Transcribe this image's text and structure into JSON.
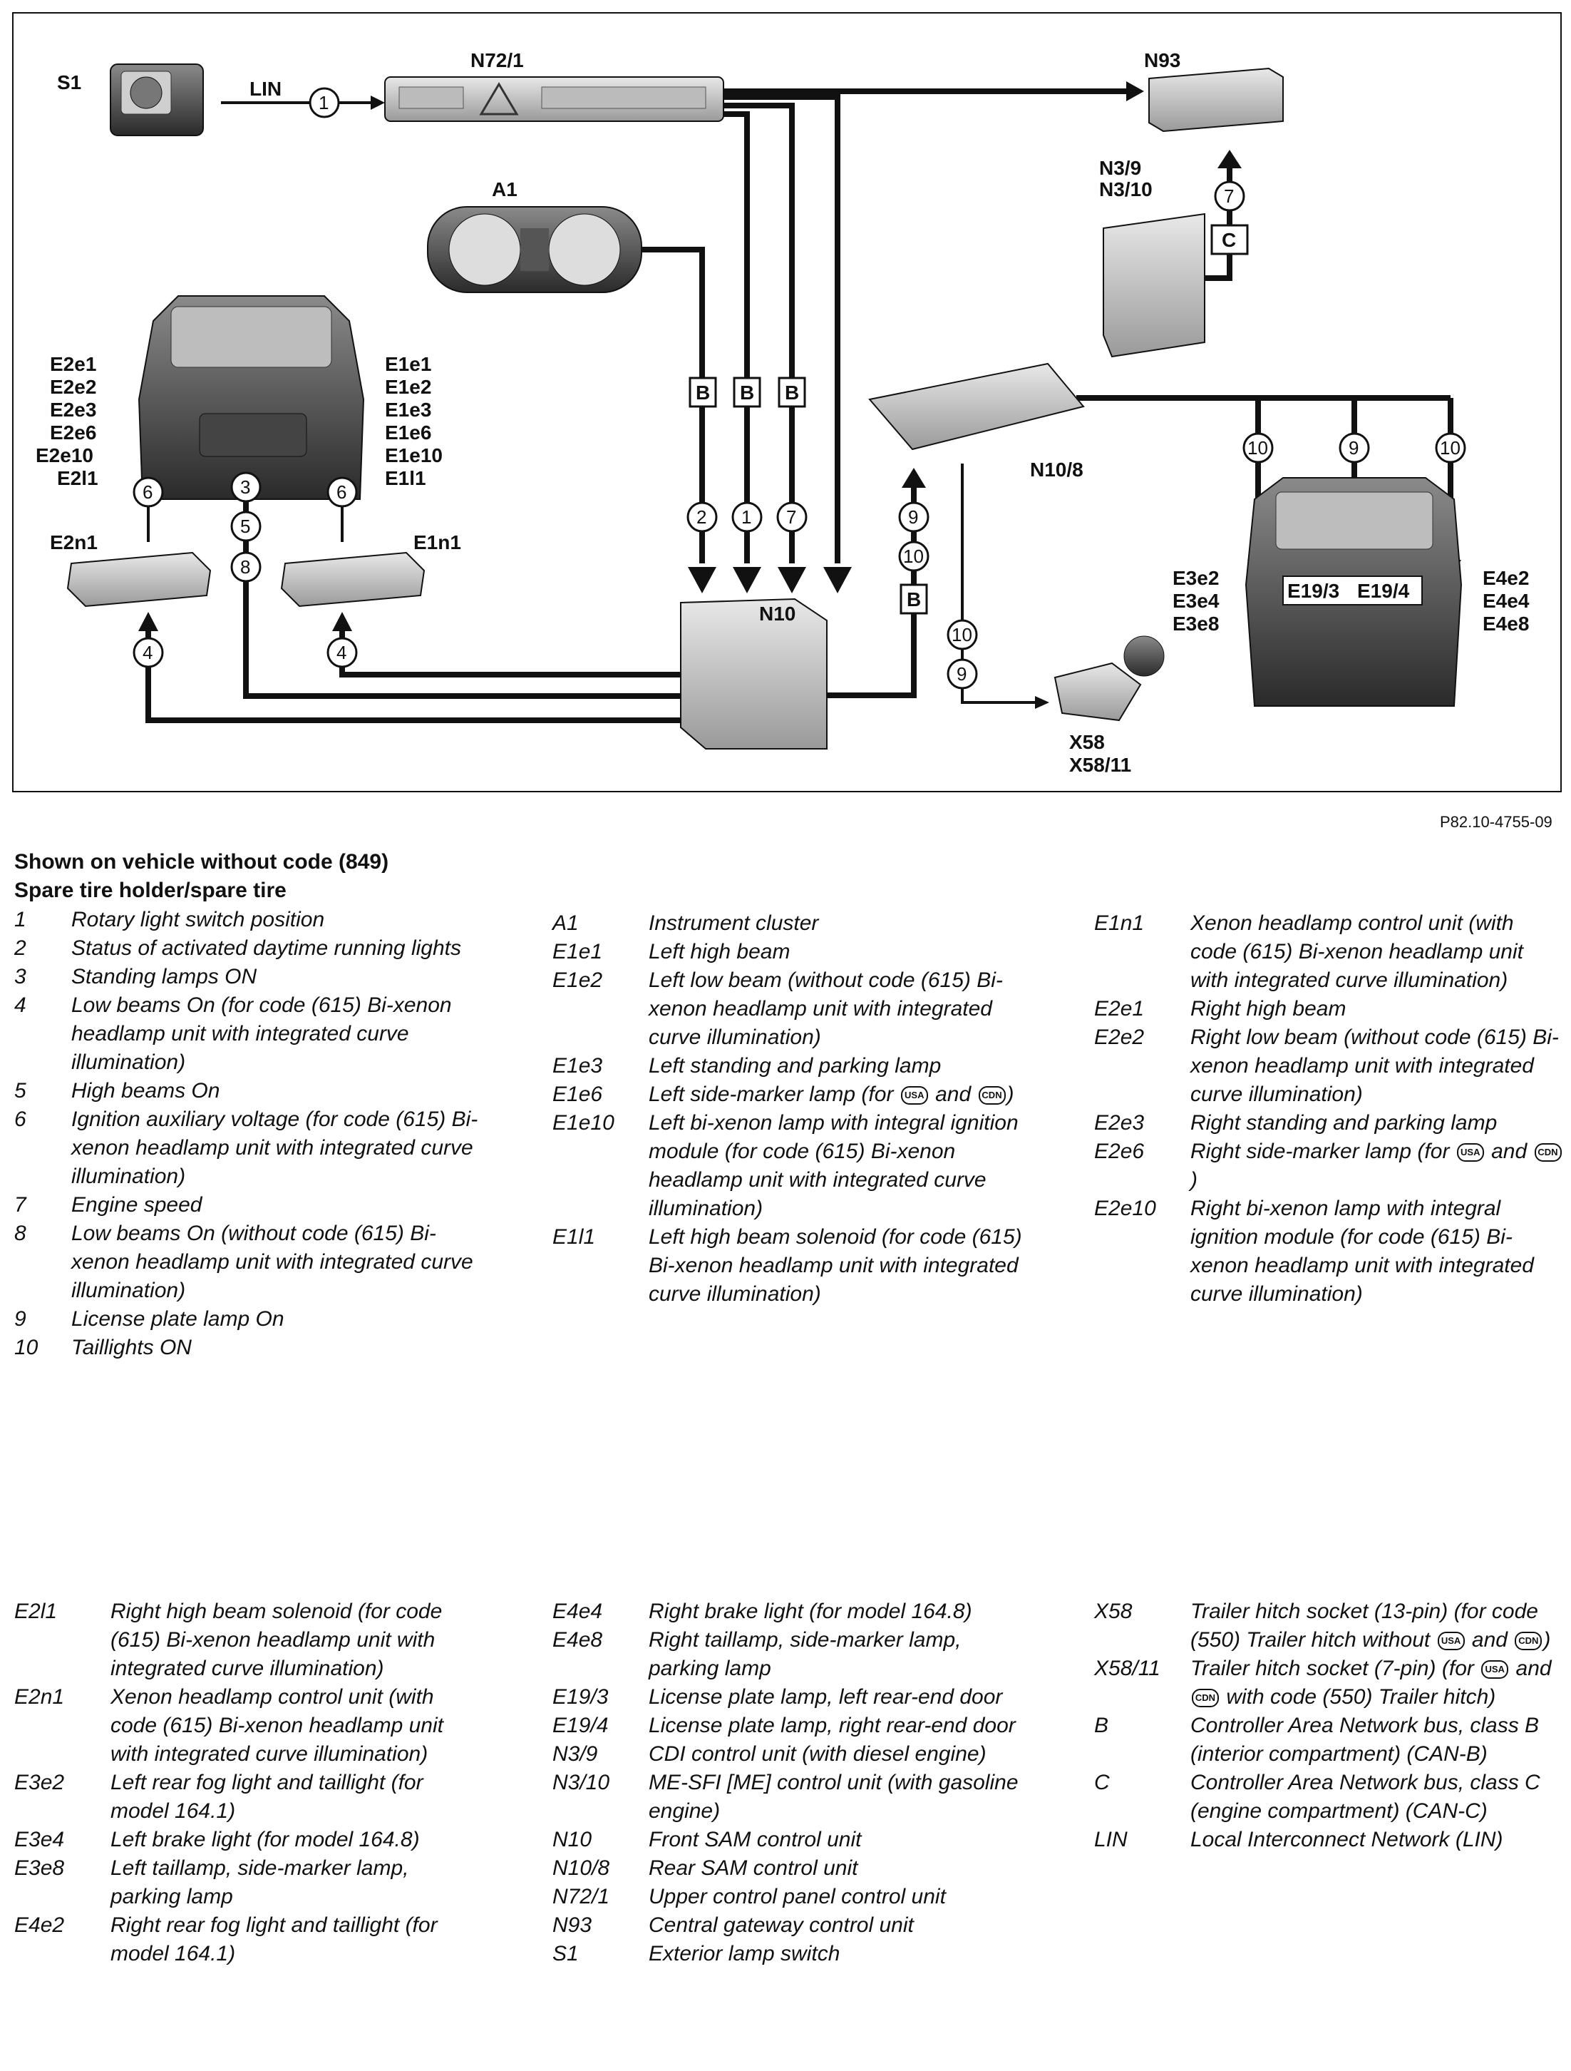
{
  "diagram": {
    "reference": "P82.10-4755-09",
    "components": {
      "S1": "S1",
      "N72_1": "N72/1",
      "N93": "N93",
      "A1": "A1",
      "N3_9": "N3/9",
      "N3_10": "N3/10",
      "N10": "N10",
      "N10_8": "N10/8",
      "E2n1": "E2n1",
      "E1n1": "E1n1",
      "X58": "X58",
      "X58_11": "X58/11",
      "E19_3": "E19/3",
      "E19_4": "E19/4"
    },
    "left_lamps": [
      "E2e1",
      "E2e2",
      "E2e3",
      "E2e6",
      "E2e10",
      "E2l1"
    ],
    "right_lamps": [
      "E1e1",
      "E1e2",
      "E1e3",
      "E1e6",
      "E1e10",
      "E1l1"
    ],
    "rear_left": [
      "E3e2",
      "E3e4",
      "E3e8"
    ],
    "rear_right": [
      "E4e2",
      "E4e4",
      "E4e8"
    ],
    "bus_lin": "LIN",
    "bus_b": "B",
    "bus_c": "C",
    "signals": {
      "s1": "1",
      "s2": "2",
      "s3": "3",
      "s4": "4",
      "s5": "5",
      "s6": "6",
      "s7": "7",
      "s8": "8",
      "s9": "9",
      "s10": "10"
    }
  },
  "headings": {
    "line1": "Shown on vehicle without code (849)",
    "line2": "Spare tire holder/spare tire"
  },
  "legend_top": {
    "col1": [
      {
        "code": "1",
        "desc": "Rotary light switch position"
      },
      {
        "code": "2",
        "desc": "Status of activated daytime running lights"
      },
      {
        "code": "3",
        "desc": "Standing lamps ON"
      },
      {
        "code": "4",
        "desc": "Low beams On (for code (615) Bi-xenon headlamp unit with integrated curve illumination)"
      },
      {
        "code": "5",
        "desc": "High beams On"
      },
      {
        "code": "6",
        "desc": "Ignition auxiliary voltage (for code (615) Bi-xenon headlamp unit with integrated curve illumination)"
      },
      {
        "code": "7",
        "desc": "Engine speed"
      },
      {
        "code": "8",
        "desc": "Low beams On (without code (615) Bi-xenon headlamp unit with integrated curve illumination)"
      },
      {
        "code": "9",
        "desc": "License plate lamp On"
      },
      {
        "code": "10",
        "desc": "Taillights ON"
      }
    ],
    "col2": [
      {
        "code": "A1",
        "desc": "Instrument cluster"
      },
      {
        "code": "E1e1",
        "desc": "Left high beam"
      },
      {
        "code": "E1e2",
        "desc": "Left low beam (without code (615) Bi-xenon headlamp unit with integrated curve illumination)"
      },
      {
        "code": "E1e3",
        "desc": "Left standing and parking lamp"
      },
      {
        "code": "E1e6",
        "desc": "Left side-marker lamp (for [USA] and [CDN])"
      },
      {
        "code": "E1e10",
        "desc": "Left bi-xenon lamp with integral ignition module (for code (615) Bi-xenon headlamp unit with integrated curve illumination)"
      },
      {
        "code": "E1l1",
        "desc": "Left high beam solenoid (for code (615) Bi-xenon headlamp unit with integrated curve illumination)"
      }
    ],
    "col3": [
      {
        "code": "E1n1",
        "desc": "Xenon headlamp control unit (with code (615) Bi-xenon headlamp unit with integrated curve illumination)"
      },
      {
        "code": "E2e1",
        "desc": "Right high beam"
      },
      {
        "code": "E2e2",
        "desc": "Right low beam (without code (615) Bi-xenon headlamp unit with integrated curve illumination)"
      },
      {
        "code": "E2e3",
        "desc": "Right standing and parking lamp"
      },
      {
        "code": "E2e6",
        "desc": "Right side-marker lamp (for [USA] and [CDN])"
      },
      {
        "code": "E2e10",
        "desc": "Right bi-xenon lamp with integral ignition module (for code (615) Bi-xenon headlamp unit with integrated curve illumination)"
      }
    ]
  },
  "legend_bottom": {
    "col1": [
      {
        "code": "E2l1",
        "desc": "Right high beam solenoid (for code (615) Bi-xenon headlamp unit with integrated curve illumination)"
      },
      {
        "code": "E2n1",
        "desc": "Xenon headlamp control unit (with code (615) Bi-xenon headlamp unit with integrated curve illumination)"
      },
      {
        "code": "E3e2",
        "desc": "Left rear fog light and taillight (for model 164.1)"
      },
      {
        "code": "E3e4",
        "desc": "Left brake light (for model 164.8)"
      },
      {
        "code": "E3e8",
        "desc": "Left taillamp, side-marker lamp, parking lamp"
      },
      {
        "code": "E4e2",
        "desc": "Right rear fog light and taillight (for model 164.1)"
      }
    ],
    "col2": [
      {
        "code": "E4e4",
        "desc": "Right brake light (for model 164.8)"
      },
      {
        "code": "E4e8",
        "desc": "Right taillamp, side-marker lamp, parking lamp"
      },
      {
        "code": "E19/3",
        "desc": "License plate lamp, left rear-end door"
      },
      {
        "code": "E19/4",
        "desc": "License plate lamp, right rear-end door"
      },
      {
        "code": "N3/9",
        "desc": "CDI control unit (with diesel engine)"
      },
      {
        "code": "N3/10",
        "desc": "ME-SFI [ME] control unit (with gasoline engine)"
      },
      {
        "code": "N10",
        "desc": "Front SAM control unit"
      },
      {
        "code": "N10/8",
        "desc": "Rear SAM control unit"
      },
      {
        "code": "N72/1",
        "desc": "Upper control panel control unit"
      },
      {
        "code": "N93",
        "desc": "Central gateway control unit"
      },
      {
        "code": "S1",
        "desc": "Exterior lamp switch"
      }
    ],
    "col3": [
      {
        "code": "X58",
        "desc": "Trailer hitch socket (13-pin) (for code (550) Trailer hitch without [USA] and [CDN])"
      },
      {
        "code": "X58/11",
        "desc": "Trailer hitch socket (7-pin) (for [USA] and [CDN] with code (550) Trailer hitch)"
      },
      {
        "code": "B",
        "desc": "Controller Area Network bus, class B (interior compartment) (CAN-B)"
      },
      {
        "code": "C",
        "desc": "Controller Area Network bus, class C (engine compartment) (CAN-C)"
      },
      {
        "code": "LIN",
        "desc": "Local Interconnect Network (LIN)"
      }
    ]
  }
}
